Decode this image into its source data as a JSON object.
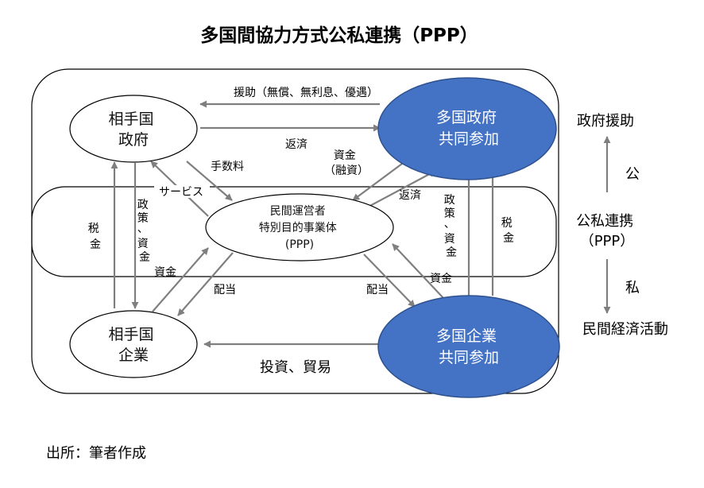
{
  "title": "多国間協力方式公私連携（PPP）",
  "nodes": {
    "partner_government": [
      "相手国",
      "政府"
    ],
    "multi_government": [
      "多国政府",
      "共同参加"
    ],
    "spv": [
      "民間運営者",
      "特別目的事業体",
      "(PPP)"
    ],
    "partner_company": [
      "相手国",
      "企業"
    ],
    "multi_company": [
      "多国企業",
      "共同参加"
    ]
  },
  "edge_labels": {
    "aid": "援助（無償、無利息、優遇）",
    "repay_top": "返済",
    "fee": "手数料",
    "funds_financing": [
      "資金",
      "（融資）"
    ],
    "service": "サービス",
    "repay_mid": "返済",
    "tax_left": [
      "税",
      "金"
    ],
    "policy_funds_left": [
      "政",
      "策",
      "、",
      "資",
      "金"
    ],
    "policy_funds_right": [
      "政",
      "策",
      "、",
      "資",
      "金"
    ],
    "tax_right": [
      "税",
      "金"
    ],
    "funds_left": "資金",
    "dividend_left": "配当",
    "dividend_right": "配当",
    "funds_right": "資金",
    "investment_trade": "投資、貿易"
  },
  "side_axis": {
    "top": "政府援助",
    "public": "公",
    "ppp": [
      "公私連携",
      "（PPP）"
    ],
    "private": "私",
    "bottom": "民間経済活動"
  },
  "source": "出所：筆者作成",
  "colors": {
    "blue_fill": "#4472c4",
    "blue_stroke": "#2f528f",
    "arrow": "#7f7f7f",
    "frame": "#000000"
  }
}
